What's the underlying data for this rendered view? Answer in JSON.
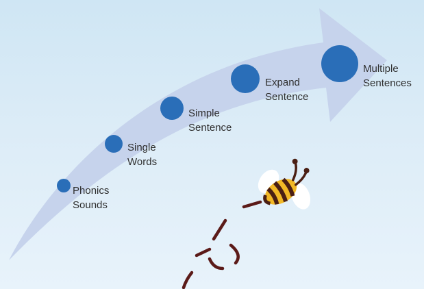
{
  "progression": {
    "steps": [
      {
        "line1": "Phonics",
        "line2": "Sounds"
      },
      {
        "line1": "Single",
        "line2": "Words"
      },
      {
        "line1": "Simple",
        "line2": "Sentence"
      },
      {
        "line1": "Expand",
        "line2": "Sentence"
      },
      {
        "line1": "Multiple",
        "line2": "Sentences"
      }
    ]
  },
  "colors": {
    "background_top": "#cfe6f4",
    "arrow": "#c6d3ec",
    "dot": "#2a6eb8",
    "text": "#2f2f2f",
    "bee_body": "#f2b826",
    "bee_stripe": "#4a1f14",
    "bee_wing": "#ffffff",
    "flight_path": "#5b1a18"
  },
  "decorations": [
    "bee-icon",
    "flight-path"
  ]
}
